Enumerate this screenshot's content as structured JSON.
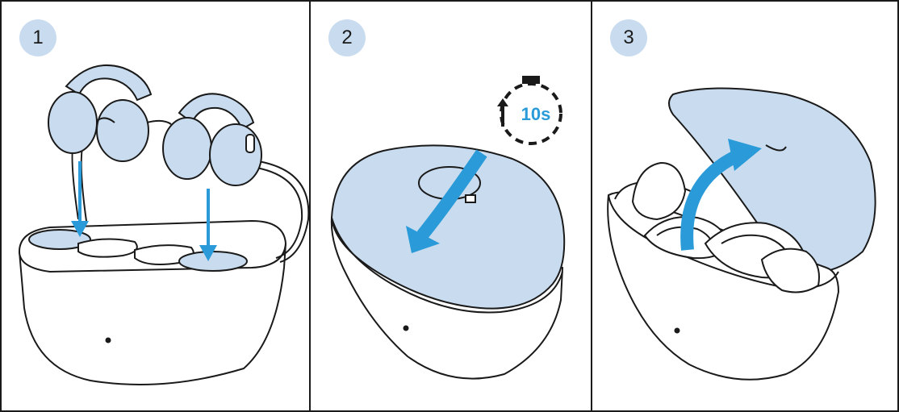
{
  "colors": {
    "accent_fill": "#c9dcef",
    "arrow_blue": "#2a9bd8",
    "outline": "#1a1a1a",
    "background": "#ffffff"
  },
  "steps": [
    {
      "number": "1",
      "icons": [
        "headphones-icon",
        "charging-case-icon",
        "down-arrow-icon"
      ]
    },
    {
      "number": "2",
      "icons": [
        "closed-case-icon",
        "curved-arrow-icon",
        "stopwatch-icon"
      ],
      "timer_label": "10s"
    },
    {
      "number": "3",
      "icons": [
        "open-case-icon",
        "curved-arrow-icon"
      ]
    }
  ]
}
